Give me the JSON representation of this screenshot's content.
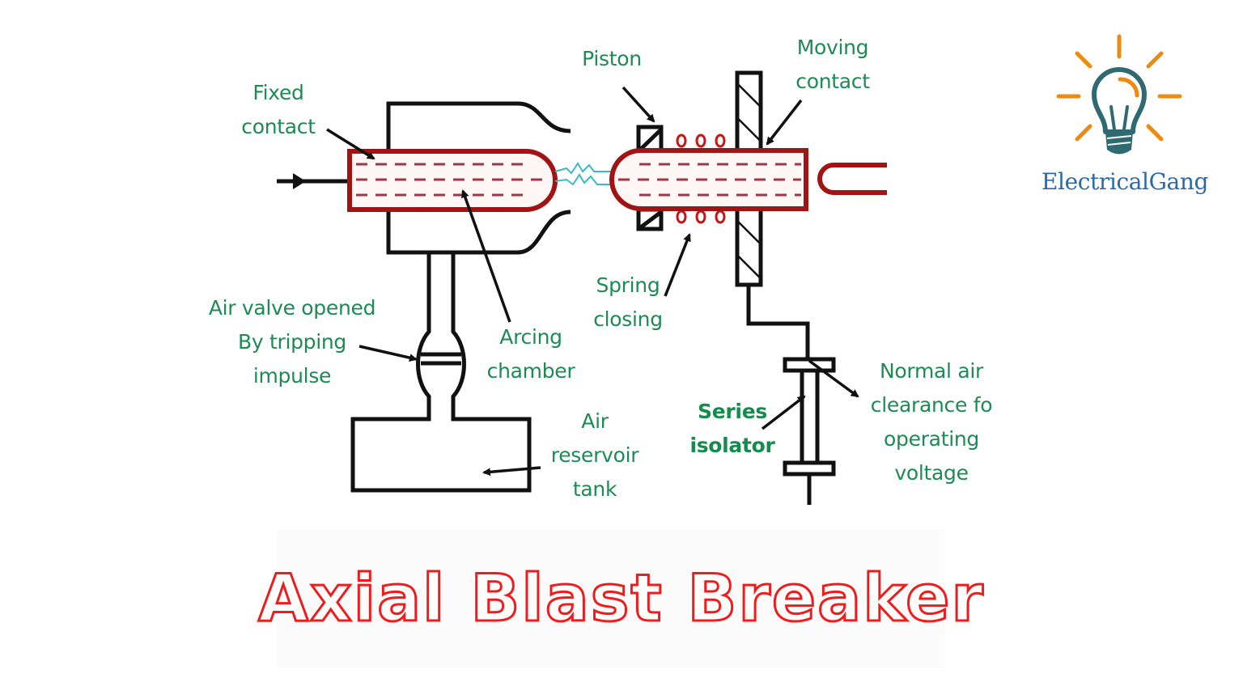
{
  "title": "Axial Blast Breaker",
  "brand": {
    "name": "ElectricalGang",
    "icon": "lightbulb-icon",
    "colors": {
      "bulb": "#2f6a73",
      "rays": "#ec8b12",
      "text": "#2a6aa8"
    }
  },
  "labels": {
    "fixed_contact": "Fixed\ncontact",
    "piston": "Piston",
    "moving_contact": "Moving\ncontact",
    "spring_closing": "Spring\nclosing",
    "air_valve": "Air valve opened\nBy tripping\nimpulse",
    "arcing_chamber": "Arcing\nchamber",
    "air_reservoir": "Air\nreservoir\ntank",
    "series_isolator": "Series\nisolator",
    "normal_air_clearance": "Normal air\nclearance fo\noperating\nvoltage"
  },
  "colors": {
    "label_green": "#1e8a55",
    "contact_red": "#a01414",
    "arc_cyan": "#3cb8c8",
    "title_stroke": "#ee1c1c",
    "line_black": "#111111"
  }
}
